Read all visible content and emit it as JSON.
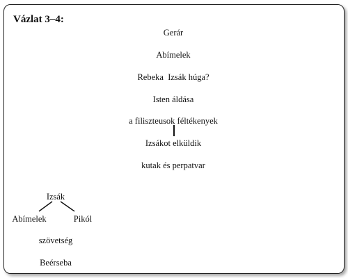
{
  "figure": {
    "title": "Vázlat 3–4:"
  },
  "main_sequence": [
    "Gerár",
    "Abímelek",
    "Rebeka  Izsák húga?",
    "Isten áldása",
    "a filiszteusok féltékenyek",
    "Izsákot elküldik",
    "kutak és perpatvar"
  ],
  "branch_diagram": {
    "root": "Izsák",
    "left": "Abímelek",
    "right": "Pikól",
    "result_1": "szövetség",
    "result_2": "Beérseba"
  }
}
